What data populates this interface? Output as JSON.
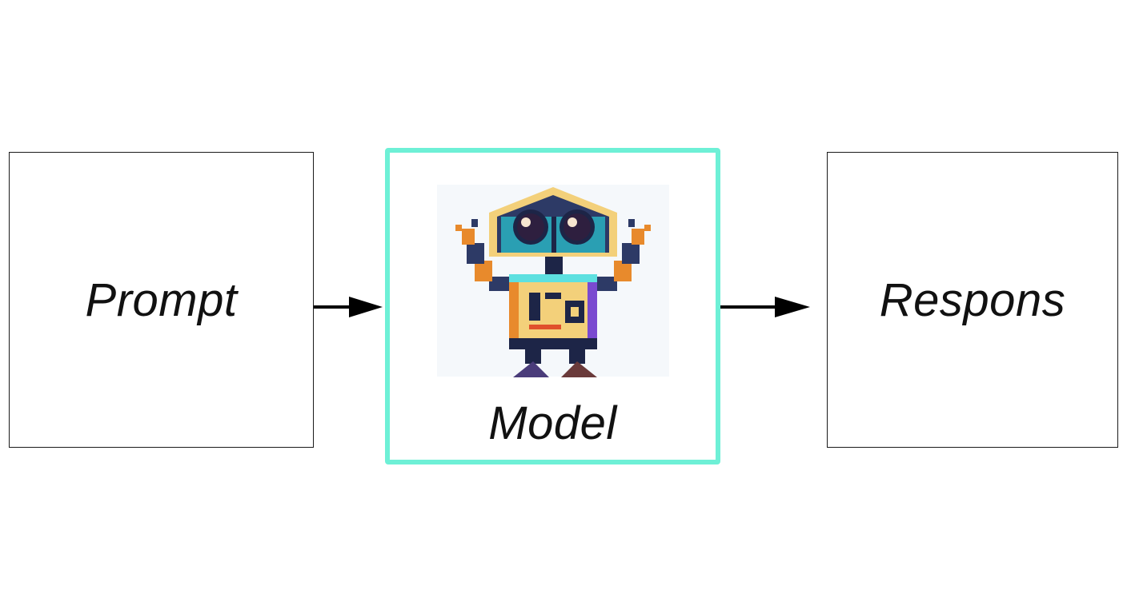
{
  "nodes": {
    "prompt": {
      "label": "Prompt"
    },
    "model": {
      "label": "Model",
      "icon": "robot-icon",
      "border_color": "#6ef0d6"
    },
    "response": {
      "label": "Respons"
    }
  },
  "edges": [
    {
      "from": "prompt",
      "to": "model"
    },
    {
      "from": "model",
      "to": "response"
    }
  ]
}
